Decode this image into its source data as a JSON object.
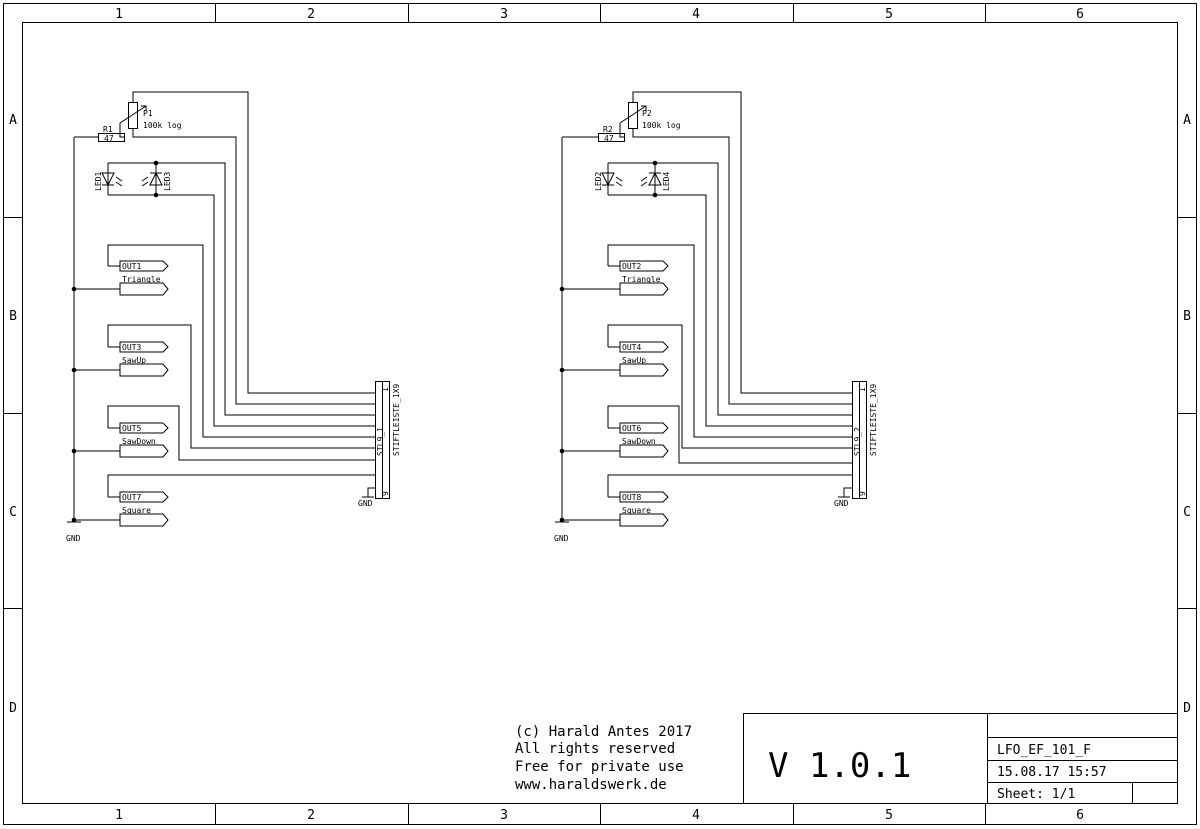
{
  "frame": {
    "columns": [
      "1",
      "2",
      "3",
      "4",
      "5",
      "6"
    ],
    "rows": [
      "A",
      "B",
      "C",
      "D"
    ]
  },
  "blocks": [
    {
      "pot_name": "P1",
      "pot_value": "100k log",
      "res_name": "R1",
      "res_value": "47",
      "led_a": "LED1",
      "led_b": "LED3",
      "outs": [
        {
          "label": "OUT1",
          "name": "Triangle"
        },
        {
          "label": "OUT3",
          "name": "SawUp"
        },
        {
          "label": "OUT5",
          "name": "SawDown"
        },
        {
          "label": "OUT7",
          "name": "Square"
        }
      ],
      "header_name": "STL9_1",
      "header_type": "STIFTLEISTE_1X9",
      "pin_first": "1",
      "pin_last": "9",
      "gnd_header": "GND",
      "gnd_rail": "GND"
    },
    {
      "pot_name": "P2",
      "pot_value": "100k log",
      "res_name": "R2",
      "res_value": "47",
      "led_a": "LED2",
      "led_b": "LED4",
      "outs": [
        {
          "label": "OUT2",
          "name": "Triangle"
        },
        {
          "label": "OUT4",
          "name": "SawUp"
        },
        {
          "label": "OUT6",
          "name": "SawDown"
        },
        {
          "label": "OUT8",
          "name": "Square"
        }
      ],
      "header_name": "STL9_2",
      "header_type": "STIFTLEISTE_1X9",
      "pin_first": "1",
      "pin_last": "9",
      "gnd_header": "GND",
      "gnd_rail": "GND"
    }
  ],
  "copyright": {
    "line1": "(c) Harald Antes 2017",
    "line2": "All rights reserved",
    "line3": "Free for private use",
    "line4": "www.haraldswerk.de"
  },
  "title_block": {
    "version": "V 1.0.1",
    "name": "LFO_EF_101_F",
    "date": "15.08.17 15:57",
    "sheet": "Sheet: 1/1"
  }
}
